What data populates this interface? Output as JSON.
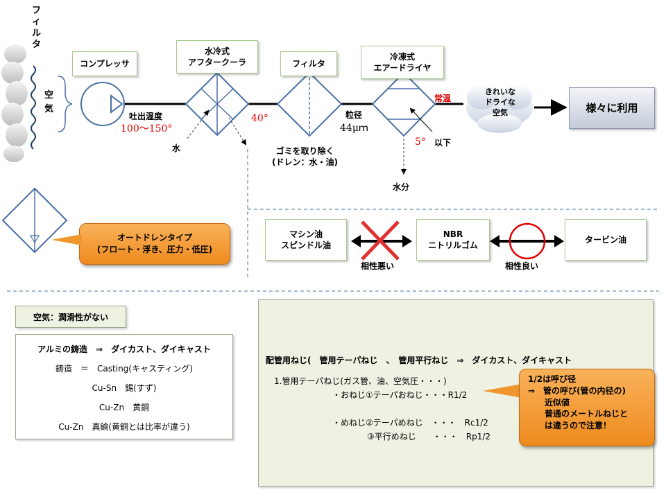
{
  "header": {
    "filter_vertical": "フィルタ",
    "air_vertical": "空気"
  },
  "components": {
    "compressor": "コンプレッサ",
    "aftercooler": "水冷式\nアフタークーラ",
    "filter": "フィルタ",
    "dryer": "冷凍式\nエアードライヤ"
  },
  "labels": {
    "discharge_temp": "吐出温度",
    "discharge_range": "100～150°",
    "water": "水",
    "temp_40": "40°",
    "dust_removal": "ゴミを取り除く\n(ドレン：水・油)",
    "particle_size_label": "粒径",
    "particle_size_value": "44μｍ",
    "temp_5": "5°",
    "below": "以下",
    "moisture": "水分",
    "room_temp": "常温",
    "clean_air": "きれいな\nドライな\n空気",
    "various_use": "様々に利用"
  },
  "autodrain": {
    "callout": "オートドレンタイプ\n(フロート・浮き、圧力・低圧)"
  },
  "compatibility": {
    "left_box": "マシン油\nスピンドル油",
    "center_box": "NBR\nニトリルゴム",
    "right_box": "タービン油",
    "bad_label": "相性悪い",
    "good_label": "相性良い"
  },
  "left_panel": {
    "title": "空気：潤滑性がない",
    "lines": [
      "アルミの鋳造　⇒　ダイカスト、ダイキャスト",
      "鋳造　＝　Casting(キャスティング)",
      "Cu‐Sn　錫(すず)",
      "Cu‐Zn　黄銅",
      "Cu‐Zn　真鍮(黄銅とは比率が違う)"
    ]
  },
  "right_panel": {
    "line1": "配管用ねじ(　管用テーパねじ　、　管用平行ねじ　⇒　ダイカスト、ダイキャスト",
    "line2": "1.管用テーパねじ(ガス管、油、空気圧・・・)",
    "line3": "・おねじ①テーパおねじ・・・R1/2",
    "line4": "・めねじ②テーパめねじ　・・・　Rc1/2",
    "line5": "③平行めねじ　　・・・　Rp1/2",
    "callout": "1/2は呼び径\n⇒　管の呼び(管の内径の)\n　　近似値\n　　普通のメートルねじと\n　　は違うので注意！"
  },
  "colors": {
    "line": "#4a6fa5",
    "red": "#e00000",
    "orange": "#f0962e",
    "panel_bg": "#eef2e2"
  }
}
